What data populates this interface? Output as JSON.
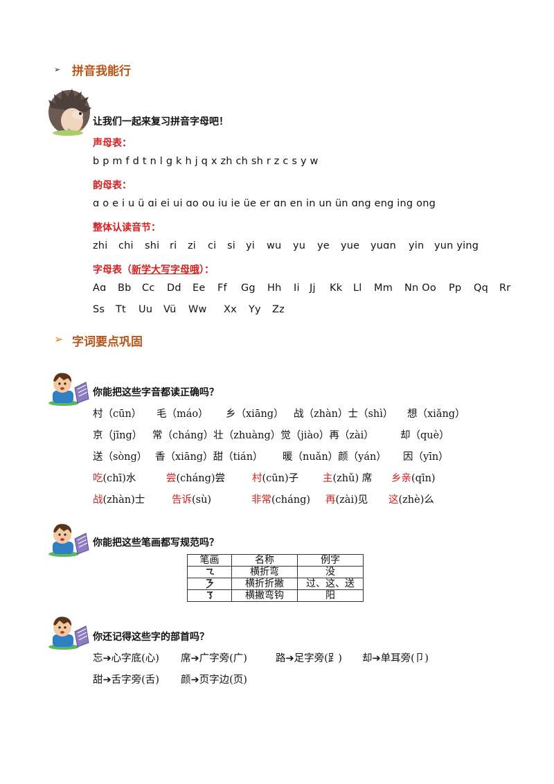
{
  "section1": {
    "arrow": "➢",
    "title": "拼音我能行",
    "prompt": "让我们一起来复习拼音字母吧！",
    "initials_label": "声母表：",
    "initials": "b p m f d t n l g k h j q x zh ch sh r z c s y w",
    "finals_label": "韵母表：",
    "finals": "ɑ o e i u ü ɑi ei ui ɑo ou iu ie üe er ɑn en in un ün ɑng eng ing ong",
    "whole_label": "整体认读音节：",
    "whole": [
      "zhi",
      "chi",
      "shi",
      "ri",
      "zi",
      "ci",
      "si",
      "yi",
      "wu",
      "yu",
      "ye",
      "yue",
      "yuɑn",
      "yin",
      "yun ying"
    ],
    "alphabet_label_prefix": "字母表（",
    "alphabet_label_underlined": "新学大写字母哦",
    "alphabet_label_suffix": "）：",
    "alphabet_row1": [
      "Aɑ",
      "Bb",
      "Cc",
      "Dd",
      "Ee",
      "Ff",
      "Gg",
      "Hh",
      "Ii",
      "Jj",
      "Kk",
      "Ll",
      "Mm",
      "Nn Oo",
      "Pp",
      "Qq",
      "Rr"
    ],
    "alphabet_row2": [
      "Ss",
      "Tt",
      "Uu",
      "Vü",
      "Ww",
      "Xx",
      "Yy",
      "Zz"
    ]
  },
  "section2": {
    "arrow": "➢",
    "title": "字词要点巩固",
    "q1": {
      "prompt": "你能把这些字音都读正确吗？",
      "rows": [
        [
          "村（cūn）",
          "毛（máo）",
          "乡（xiāng）",
          "战（zhàn）士（shì）",
          "想（xiǎng）"
        ],
        [
          "京（jīng）",
          "常（cháng）壮（zhuàng）觉（jiào）再（zài）",
          "却（què）"
        ],
        [
          "送（sòng）",
          "香（xiāng）甜（tián）",
          "暖（nuǎn）颜（yán）",
          "因（yīn）"
        ]
      ],
      "red_rows": [
        [
          [
            "吃",
            "(chī)水"
          ],
          [
            "尝",
            "(cháng)尝"
          ],
          [
            "村",
            "(cūn)子"
          ],
          [
            "主",
            "(zhǔ) 席"
          ],
          [
            "乡亲",
            "(qīn)"
          ]
        ],
        [
          [
            "战",
            "(zhàn)士"
          ],
          [
            "告诉",
            "(sù)"
          ],
          [
            "非常",
            "(cháng)"
          ],
          [
            "再",
            "(zài)见"
          ],
          [
            "这",
            "(zhè)么"
          ]
        ]
      ]
    },
    "q2": {
      "prompt": "你能把这些笔画都写规范吗？",
      "headers": [
        "笔画",
        "名称",
        "例字"
      ],
      "rows": [
        {
          "name": "横折弯",
          "examples": "没"
        },
        {
          "name": "横折折撇",
          "examples": "过、这、送"
        },
        {
          "name": "横撇弯钩",
          "examples": "阳"
        }
      ]
    },
    "q3": {
      "prompt": "你还记得这些字的部首吗？",
      "row1": [
        "忘➔心字底(心)",
        "席➔广字旁(广)",
        "路➔足字旁(⻊)",
        "却➔单耳旁(卩)"
      ],
      "row2": [
        "甜➔舌字旁(舌)",
        "颜➔页字边(页)"
      ]
    }
  }
}
